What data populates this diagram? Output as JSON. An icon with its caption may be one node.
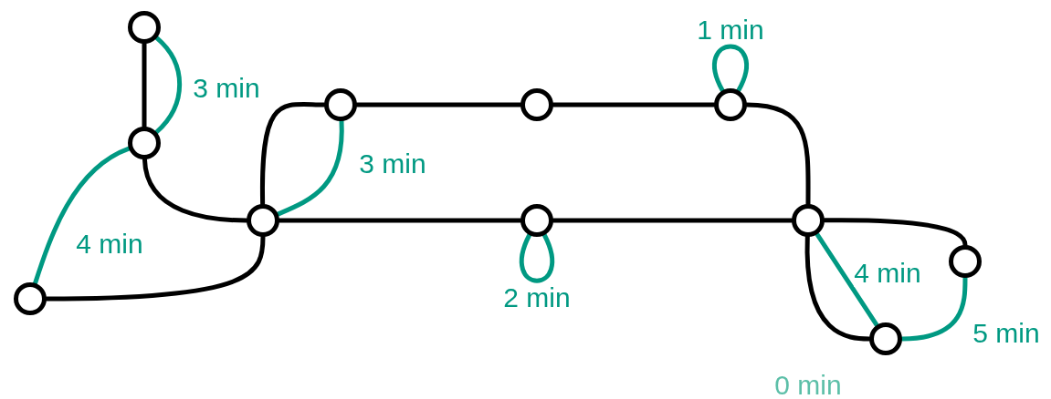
{
  "diagram": {
    "nodes": [
      {
        "text": [],
        "shape": "circle"
      },
      {
        "text": [],
        "shape": "circle"
      },
      {
        "text": [],
        "shape": "circle"
      },
      {
        "text": [],
        "shape": "circle"
      },
      {
        "text": [],
        "shape": "circle"
      },
      {
        "text": [],
        "shape": "circle"
      },
      {
        "text": [],
        "shape": "circle"
      },
      {
        "text": [],
        "shape": "circle"
      },
      {
        "text": [],
        "shape": "circle"
      },
      {
        "text": [],
        "shape": "circle"
      },
      {
        "text": [],
        "shape": "circle"
      }
    ],
    "edges": [
      {
        "from": 0,
        "to": 1,
        "arrow": "none"
      },
      {
        "from": 1,
        "to": 3,
        "arrow": "none"
      },
      {
        "from": 2,
        "to": 3,
        "arrow": "none"
      },
      {
        "from": 3,
        "to": 4,
        "arrow": "none"
      },
      {
        "from": 4,
        "to": 5,
        "arrow": "none"
      },
      {
        "from": 5,
        "to": 6,
        "arrow": "none"
      },
      {
        "from": 6,
        "to": 8,
        "arrow": "none"
      },
      {
        "from": 3,
        "to": 7,
        "arrow": "none"
      },
      {
        "from": 7,
        "to": 8,
        "arrow": "none"
      },
      {
        "from": 8,
        "to": 9,
        "arrow": "none"
      },
      {
        "from": 8,
        "to": 10,
        "arrow": "none"
      },
      {
        "from": 0,
        "to": 1,
        "arrow": "none",
        "label": "3 min",
        "color": "#009982"
      },
      {
        "from": 1,
        "to": 2,
        "arrow": "none",
        "label": "4 min",
        "color": "#009982"
      },
      {
        "from": 4,
        "to": 3,
        "arrow": "none",
        "label": "3 min",
        "color": "#009982"
      },
      {
        "from": 6,
        "to": 6,
        "arrow": "none",
        "label": "1 min",
        "color": "#009982"
      },
      {
        "from": 7,
        "to": 7,
        "arrow": "none",
        "label": "2 min",
        "color": "#009982"
      },
      {
        "from": 8,
        "to": 10,
        "arrow": "none",
        "label": "4 min",
        "color": "#009982"
      },
      {
        "from": 10,
        "to": 9,
        "arrow": "none",
        "label": "5 min",
        "color": "#009982"
      }
    ],
    "labels": [
      "0 min"
    ]
  }
}
